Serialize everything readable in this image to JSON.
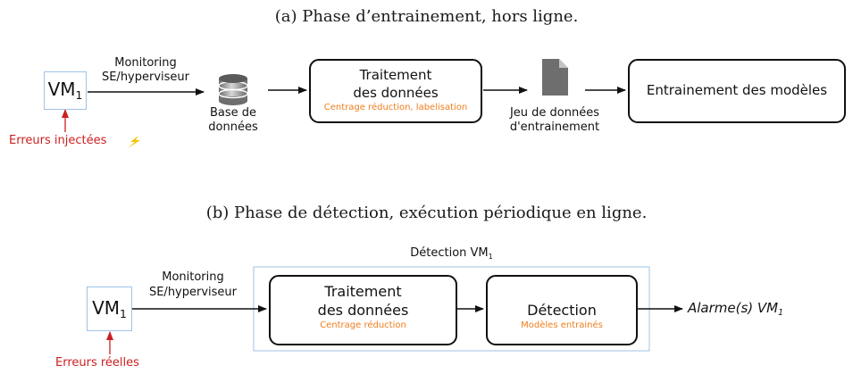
{
  "phase_a": {
    "caption": "(a) Phase d’entrainement, hors ligne.",
    "vm": {
      "label": "VM",
      "subscript": "1"
    },
    "monitoring": {
      "line1": "Monitoring",
      "line2": "SE/hyperviseur"
    },
    "errors": "Erreurs injectées",
    "database": {
      "line1": "Base de",
      "line2": "données"
    },
    "processing": {
      "line1": "Traitement",
      "line2": "des données",
      "detail": "Centrage réduction, labelisation"
    },
    "dataset": {
      "line1": "Jeu de données",
      "line2": "d'entrainement"
    },
    "training": "Entrainement des modèles"
  },
  "phase_b": {
    "caption": "(b) Phase de détection, exécution périodique en ligne.",
    "group": {
      "label": "Détection VM",
      "subscript": "1"
    },
    "vm": {
      "label": "VM",
      "subscript": "1"
    },
    "monitoring": {
      "line1": "Monitoring",
      "line2": "SE/hyperviseur"
    },
    "errors": "Erreurs réelles",
    "processing": {
      "line1": "Traitement",
      "line2": "des données",
      "detail": "Centrage réduction"
    },
    "detection": {
      "title": "Détection",
      "detail": "Modèles entrainés"
    },
    "alarm": {
      "label": "Alarme(s) VM",
      "subscript": "1"
    }
  },
  "colors": {
    "error_red": "#cc1f1f",
    "detail_orange": "#f07d1c",
    "vm_border": "#9ec3e6",
    "lightning": "#f2c500"
  },
  "icons": [
    "database-icon",
    "document-icon",
    "lightning-icon"
  ]
}
